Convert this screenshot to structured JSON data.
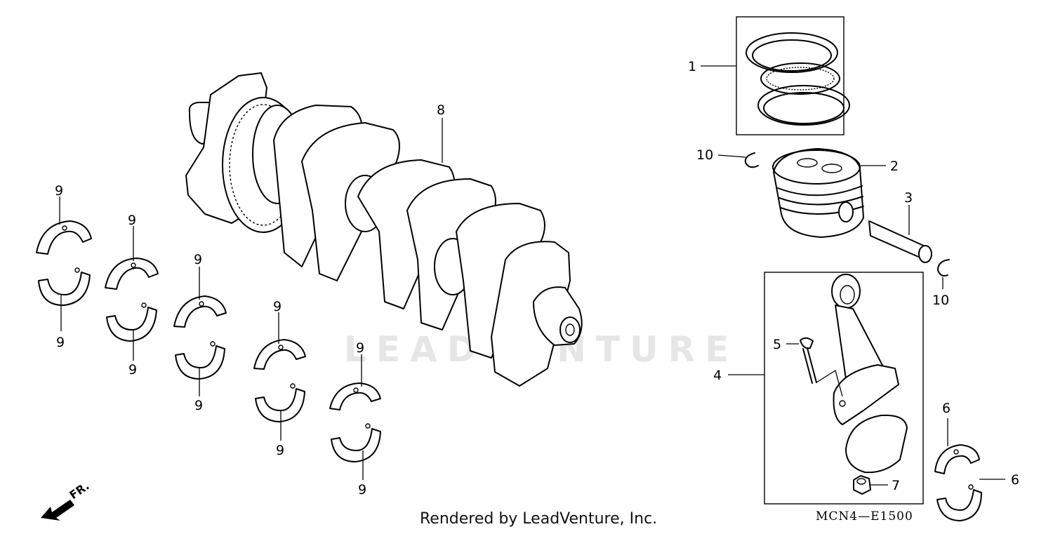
{
  "diagram": {
    "code": "MCN4—E1500",
    "footer": "Rendered by LeadVenture, Inc.",
    "watermark": "LEADVENTURE",
    "direction_label": "FR.",
    "callouts": {
      "c1": "1",
      "c2": "2",
      "c3": "3",
      "c4": "4",
      "c5": "5",
      "c6a": "6",
      "c6b": "6",
      "c7": "7",
      "c8": "8",
      "c9a": "9",
      "c9b": "9",
      "c9c": "9",
      "c9d": "9",
      "c9e": "9",
      "c9f": "9",
      "c9g": "9",
      "c9h": "9",
      "c9i": "9",
      "c9j": "9",
      "c10a": "10",
      "c10b": "10"
    }
  }
}
